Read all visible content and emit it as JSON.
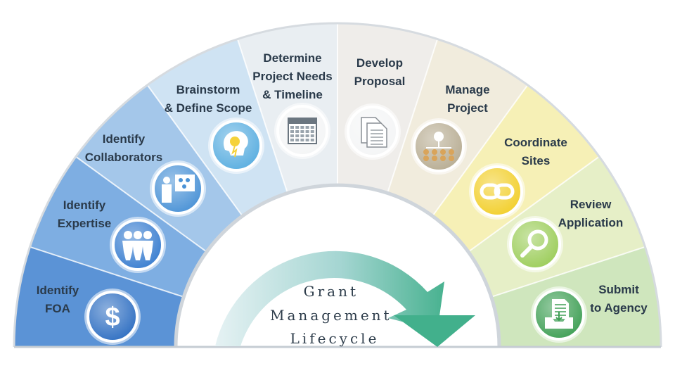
{
  "title": {
    "line1": "Grant",
    "line2": "Management",
    "line3": "Lifecycle"
  },
  "steps": [
    {
      "id": "foa",
      "lines": [
        "Identify",
        "FOA"
      ],
      "icon": "dollar-icon",
      "color": "#2f6fc2"
    },
    {
      "id": "expertise",
      "lines": [
        "Identify",
        "Expertise"
      ],
      "icon": "people-icon",
      "color": "#3a7ed0"
    },
    {
      "id": "collaborators",
      "lines": [
        "Identify",
        "Collaborators"
      ],
      "icon": "presentation-icon",
      "color": "#4a92d6"
    },
    {
      "id": "scope",
      "lines": [
        "Brainstorm",
        "& Define Scope"
      ],
      "icon": "lightbulb-head-icon",
      "color": "#5aaee0"
    },
    {
      "id": "needs",
      "lines": [
        "Determine",
        "Project Needs",
        "& Timeline"
      ],
      "icon": "calendar-icon",
      "color": "#c9d7e2"
    },
    {
      "id": "proposal",
      "lines": [
        "Develop",
        "Proposal"
      ],
      "icon": "documents-icon",
      "color": "#cfcbc2"
    },
    {
      "id": "manage",
      "lines": [
        "Manage",
        "Project"
      ],
      "icon": "org-chart-icon",
      "color": "#b8ad93"
    },
    {
      "id": "sites",
      "lines": [
        "Coordinate",
        "Sites"
      ],
      "icon": "chain-link-icon",
      "color": "#f2cf2b"
    },
    {
      "id": "review",
      "lines": [
        "Review",
        "Application"
      ],
      "icon": "magnifier-icon",
      "color": "#9ccd5a"
    },
    {
      "id": "submit",
      "lines": [
        "Submit",
        "to Agency"
      ],
      "icon": "inbox-document-icon",
      "color": "#3f9f55"
    }
  ]
}
